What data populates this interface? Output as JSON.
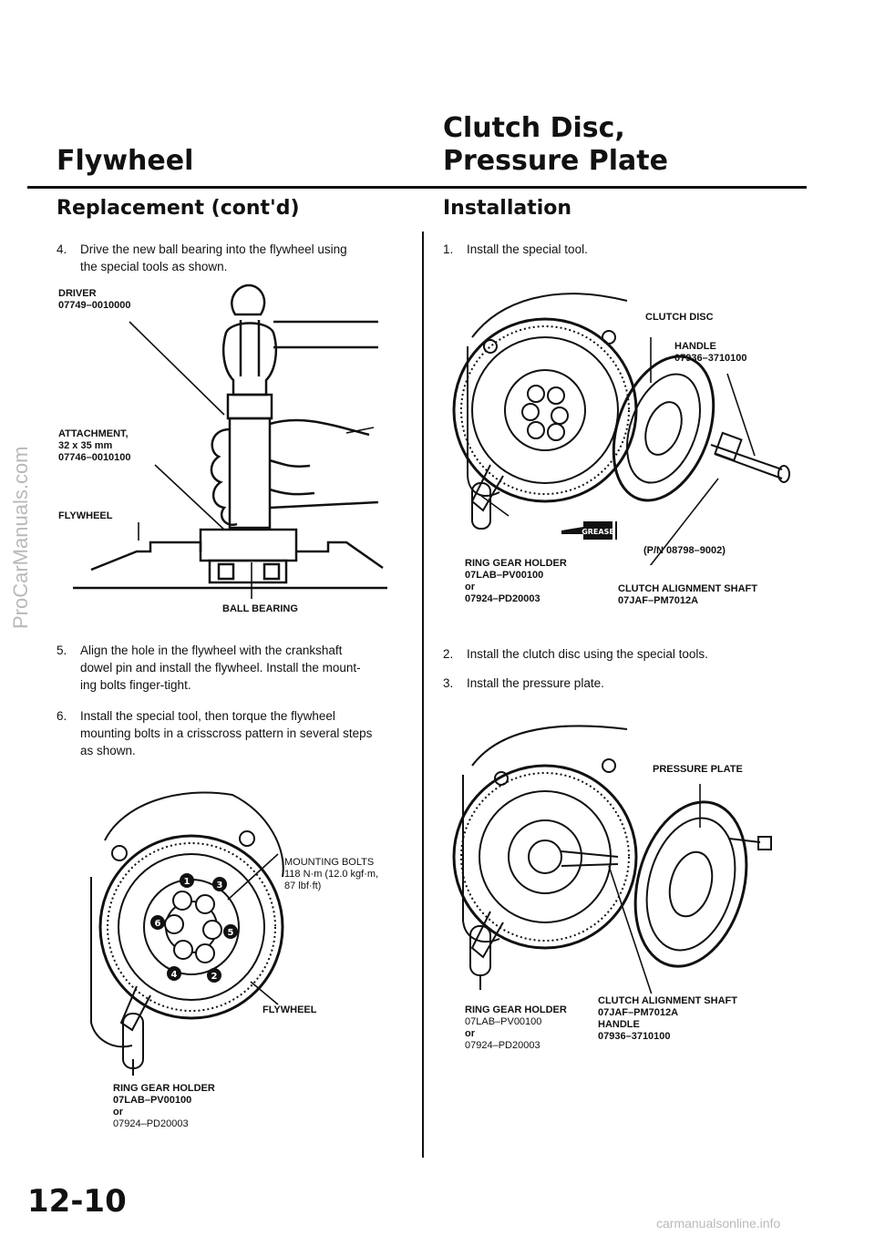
{
  "header": {
    "left_title": "Flywheel",
    "right_title_line1": "Clutch Disc,",
    "right_title_line2": "Pressure Plate"
  },
  "left": {
    "section": "Replacement (cont'd)",
    "step4": {
      "num": "4.",
      "line1": "Drive the new ball bearing into the flywheel using",
      "line2": "the special tools as shown."
    },
    "fig1": {
      "driver_l1": "DRIVER",
      "driver_l2": "07749–0010000",
      "attach_l1": "ATTACHMENT,",
      "attach_l2": "32 x 35 mm",
      "attach_l3": "07746–0010100",
      "flywheel": "FLYWHEEL",
      "ball_bearing": "BALL BEARING"
    },
    "step5": {
      "num": "5.",
      "line1": "Align the hole in the flywheel with the crankshaft",
      "line2": "dowel pin and install the flywheel. Install the mount-",
      "line3": "ing bolts finger-tight."
    },
    "step6": {
      "num": "6.",
      "line1": "Install the special tool, then torque the flywheel",
      "line2": "mounting bolts in a crisscross pattern in several steps",
      "line3": "as shown."
    },
    "fig2": {
      "mb_l1": "MOUNTING BOLTS",
      "mb_l2": "118 N·m (12.0 kgf·m,",
      "mb_l3": "87 lbf·ft)",
      "flywheel": "FLYWHEEL",
      "rg_l1": "RING GEAR HOLDER",
      "rg_l2": "07LAB–PV00100",
      "rg_l3": "or",
      "rg_l4": "07924–PD20003",
      "bolt_nums": [
        "1",
        "2",
        "3",
        "4",
        "5",
        "6"
      ]
    }
  },
  "right": {
    "section": "Installation",
    "step1": {
      "num": "1.",
      "text": "Install the special tool."
    },
    "fig3": {
      "clutch_disc": "CLUTCH DISC",
      "handle_l1": "HANDLE",
      "handle_l2": "07936–3710100",
      "grease": "GREASE",
      "pn": "(P/N 08798–9002)",
      "rg_l1": "RING GEAR HOLDER",
      "rg_l2": "07LAB–PV00100",
      "rg_l3": "or",
      "rg_l4": "07924–PD20003",
      "cas_l1": "CLUTCH ALIGNMENT SHAFT",
      "cas_l2": "07JAF–PM7012A"
    },
    "step2": {
      "num": "2.",
      "text": "Install the clutch disc using the special tools."
    },
    "step3": {
      "num": "3.",
      "text": "Install the pressure plate."
    },
    "fig4": {
      "pressure_plate": "PRESSURE PLATE",
      "rg_l1": "RING GEAR HOLDER",
      "rg_l2": "07LAB–PV00100",
      "rg_l3": "or",
      "rg_l4": "07924–PD20003",
      "cas_l1": "CLUTCH ALIGNMENT SHAFT",
      "cas_l2": "07JAF–PM7012A",
      "cas_l3": "HANDLE",
      "cas_l4": "07936–3710100"
    }
  },
  "footer": {
    "page_num": "12-10"
  },
  "watermark": {
    "side": "ProCarManuals.com",
    "bottom": "carmanualsonline.info"
  }
}
